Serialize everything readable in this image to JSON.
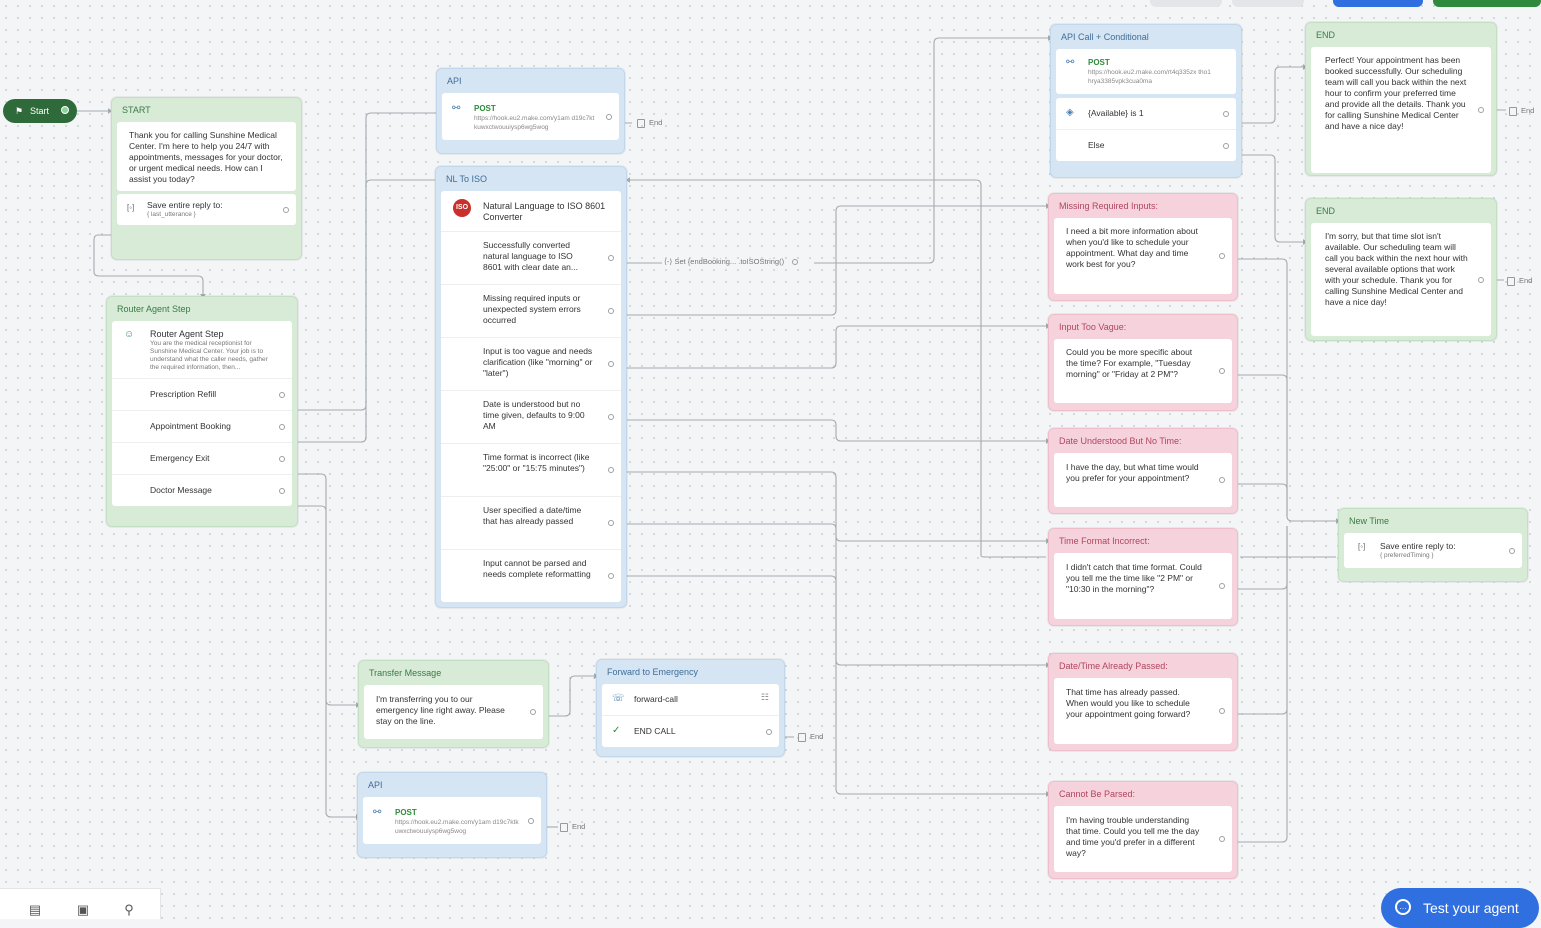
{
  "start": {
    "label": "Start"
  },
  "test_button": {
    "label": "Test your agent"
  },
  "end_label": "End",
  "nodes": {
    "start_node": {
      "title": "START",
      "message": "Thank you for calling Sunshine Medical Center. I'm here to help you 24/7 with appointments, messages for your doctor, or urgent medical needs. How can I assist you today?",
      "save_label": "Save entire reply to:",
      "save_var": "{ last_utterance }"
    },
    "router": {
      "title": "Router Agent Step",
      "agent_title": "Router Agent Step",
      "agent_desc": "You are the medical receptionist for Sunshine Medical Center. Your job is to understand what the caller needs, gather the required information, then...",
      "options": [
        "Prescription Refill",
        "Appointment Booking",
        "Emergency Exit",
        "Doctor Message"
      ]
    },
    "api_top": {
      "title": "API",
      "method": "POST",
      "url": "https://hook.eu2.make.com/y1am d19c7ktkuwxctwouuiysp6wg5wog"
    },
    "nl_iso": {
      "title": "NL To ISO",
      "tool": "Natural Language to ISO 8601 Converter",
      "iso_badge": "ISO",
      "outcomes": [
        "Successfully converted natural language to ISO 8601 with clear date an...",
        "Missing required inputs or unexpected system errors occurred",
        "Input is too vague and needs clarification (like \"morning\" or \"later\")",
        "Date is understood but no time given, defaults to 9:00 AM",
        "Time format is incorrect (like \"25:00\" or \"15:75 minutes\")",
        "User specified a date/time that has already passed",
        "Input cannot be parsed and needs complete reformatting"
      ]
    },
    "set_var": {
      "label": "Set {endBooking... .toISOString()"
    },
    "api_conditional": {
      "title": "API Call + Conditional",
      "method": "POST",
      "url": "https://hook.eu2.make.com/rt4q335zx tho1hrya3385vpk3cua0ma",
      "conditions": [
        "{Available} is 1",
        "Else"
      ]
    },
    "end_success": {
      "title": "END",
      "message": "Perfect! Your appointment has been booked successfully. Our scheduling team will call you back within the next hour to confirm your preferred time and provide all the details. Thank you for calling Sunshine Medical Center and have a nice day!"
    },
    "end_unavailable": {
      "title": "END",
      "message": "I'm sorry, but that time slot isn't available. Our scheduling team will call you back within the next hour with several available options that work with your schedule. Thank you for calling Sunshine Medical Center and have a nice day!"
    },
    "missing_inputs": {
      "title": "Missing Required Inputs:",
      "message": "I need a bit more information about when you'd like to schedule your appointment. What day and time work best for you?"
    },
    "too_vague": {
      "title": "Input Too Vague:",
      "message": "Could you be more specific about the time? For example, \"Tuesday morning\" or \"Friday at 2 PM\"?"
    },
    "no_time": {
      "title": "Date Understood But No Time:",
      "message": "I have the day, but what time would you prefer for your appointment?"
    },
    "format_incorrect": {
      "title": "Time Format Incorrect:",
      "message": "I didn't catch that time format. Could you tell me the time like \"2 PM\" or \"10:30 in the morning\"?"
    },
    "already_passed": {
      "title": "Date/Time Already Passed:",
      "message": "That time has already passed. When would you like to schedule your appointment going forward?"
    },
    "cannot_parse": {
      "title": "Cannot Be Parsed:",
      "message": "I'm having trouble understanding that time. Could you tell me the day and time you'd prefer in a different way?"
    },
    "new_time": {
      "title": "New Time",
      "save_label": "Save entire reply to:",
      "save_var": "{ preferredTiming }"
    },
    "transfer": {
      "title": "Transfer Message",
      "message": "I'm transferring you to our emergency line right away. Please stay on the line."
    },
    "forward": {
      "title": "Forward to Emergency",
      "action": "forward-call",
      "end_call": "END CALL"
    },
    "api_bottom": {
      "title": "API",
      "method": "POST",
      "url": "https://hook.eu2.make.com/y1am d19c7ktkuwxctwouuiysp6wg5wog"
    }
  },
  "colors": {
    "edge": "#9aa3ab",
    "start_pill": "#2f6b3a",
    "test_button": "#2f6fdf"
  }
}
